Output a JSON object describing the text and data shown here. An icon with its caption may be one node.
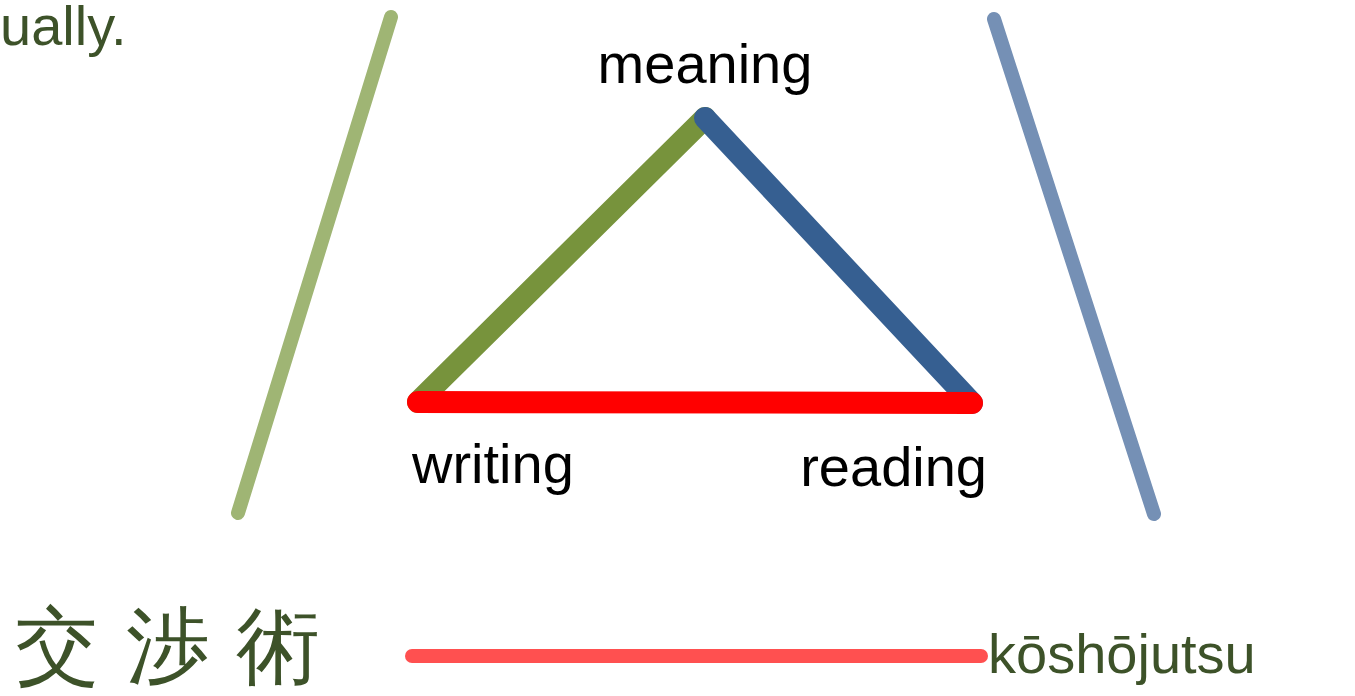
{
  "diagram": {
    "nodes": [
      {
        "text": [
          "meaning"
        ]
      },
      {
        "text": [
          "writing"
        ]
      },
      {
        "text": [
          "reading"
        ]
      },
      {
        "text": [
          "交 渉 術"
        ]
      },
      {
        "text": [
          "kōshōjutsu"
        ]
      }
    ],
    "edges": [
      {
        "from": 0,
        "to": 1,
        "arrow": "none",
        "color": "#77933c"
      },
      {
        "from": 0,
        "to": 2,
        "arrow": "none",
        "color": "#365f91"
      },
      {
        "from": 1,
        "to": 2,
        "arrow": "none",
        "color": "#ff0000"
      },
      {
        "from": 3,
        "to": 4,
        "arrow": "none",
        "color": "#ff5050"
      }
    ],
    "labels": [
      "ually."
    ]
  }
}
